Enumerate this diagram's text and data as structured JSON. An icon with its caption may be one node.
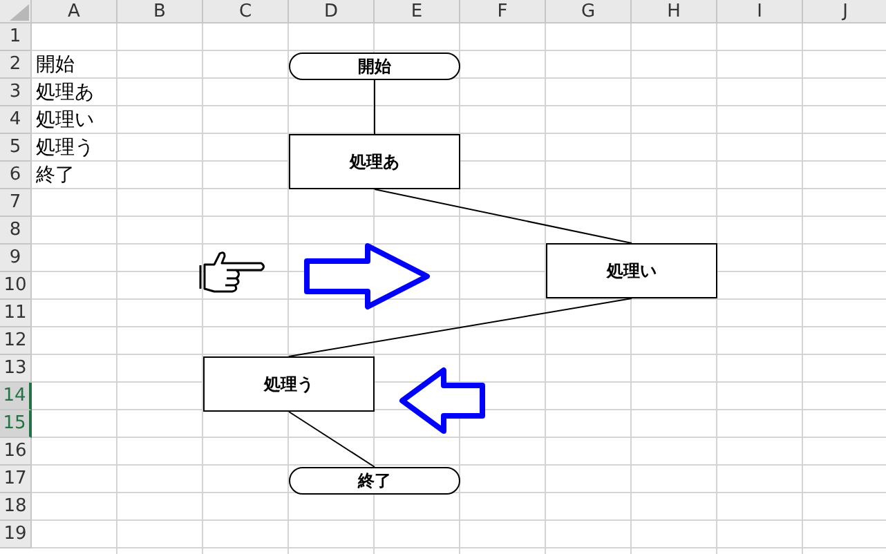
{
  "diagram": {
    "nodes": [
      {
        "text": [
          "開始"
        ]
      },
      {
        "text": [
          "処理あ"
        ]
      },
      {
        "text": [
          "処理い"
        ]
      },
      {
        "text": [
          "処理う"
        ]
      },
      {
        "text": [
          "終了"
        ]
      }
    ],
    "edges": [
      {
        "from": 0,
        "to": 1,
        "arrow": "none"
      },
      {
        "from": 1,
        "to": 2,
        "arrow": "none"
      },
      {
        "from": 2,
        "to": 3,
        "arrow": "none"
      },
      {
        "from": 3,
        "to": 4,
        "arrow": "none"
      }
    ],
    "labels": [
      "A",
      "B",
      "C",
      "D",
      "E",
      "F",
      "G",
      "H",
      "I",
      "J",
      "1",
      "2",
      "開始",
      "3",
      "処理あ",
      "4",
      "処理い",
      "5",
      "処理う",
      "6",
      "終了",
      "7",
      "8",
      "9",
      "10",
      "11",
      "12",
      "13",
      "14",
      "15",
      "16",
      "17",
      "18",
      "19"
    ]
  }
}
